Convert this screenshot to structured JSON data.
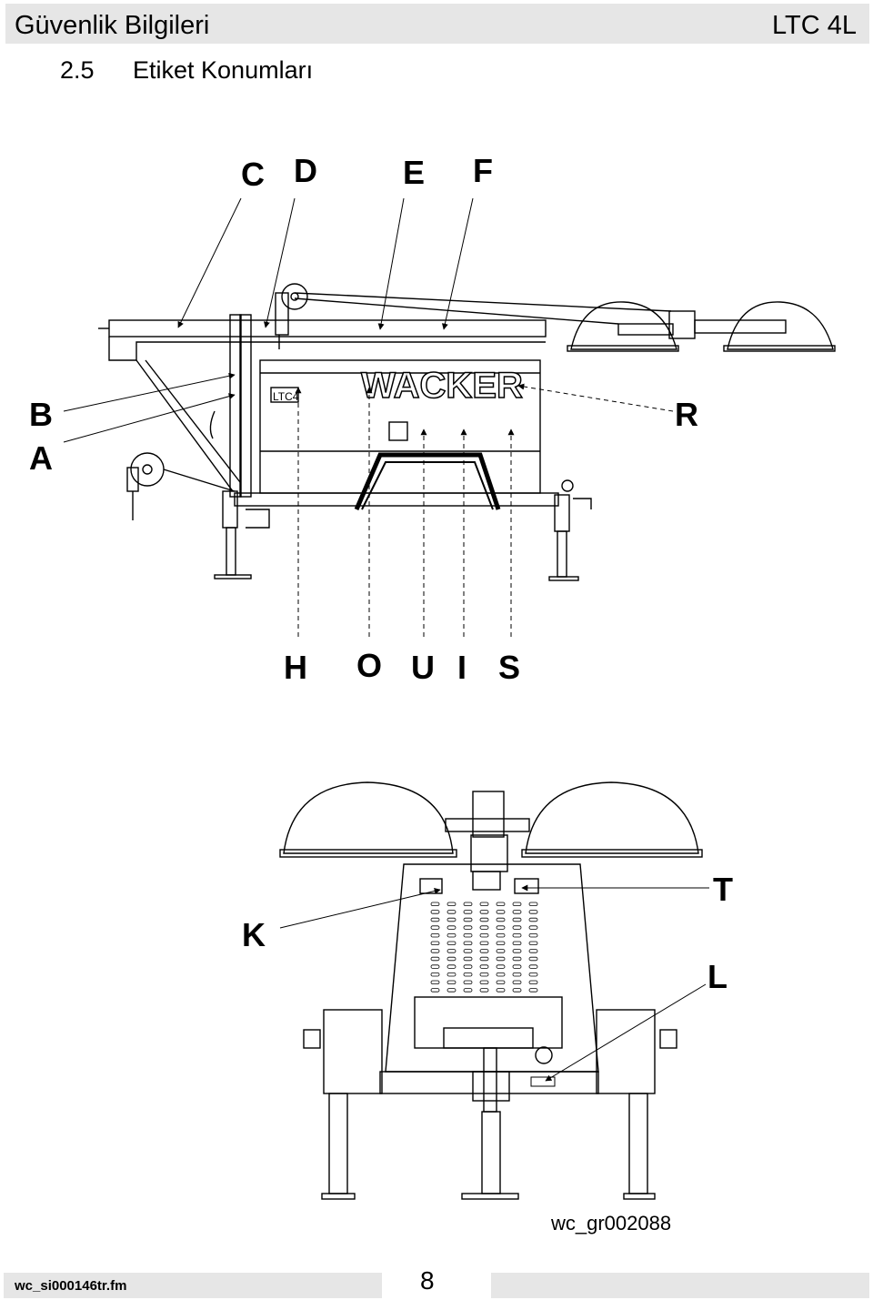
{
  "header": {
    "title": "Güvenlik Bilgileri",
    "model": "LTC 4L"
  },
  "section": {
    "number": "2.5",
    "title": "Etiket Konumları"
  },
  "side_view": {
    "top_labels": [
      "C",
      "D",
      "E",
      "F"
    ],
    "left_labels": [
      "B",
      "A"
    ],
    "right_label": "R",
    "bottom_labels": [
      "H",
      "O",
      "U",
      "I",
      "S"
    ],
    "panel_text": "WACKER",
    "model_plate": "LTC4"
  },
  "rear_view": {
    "labels": [
      "K",
      "T",
      "L"
    ]
  },
  "figure_ref": "wc_gr002088",
  "footer": {
    "file": "wc_si000146tr.fm",
    "page": "8"
  }
}
